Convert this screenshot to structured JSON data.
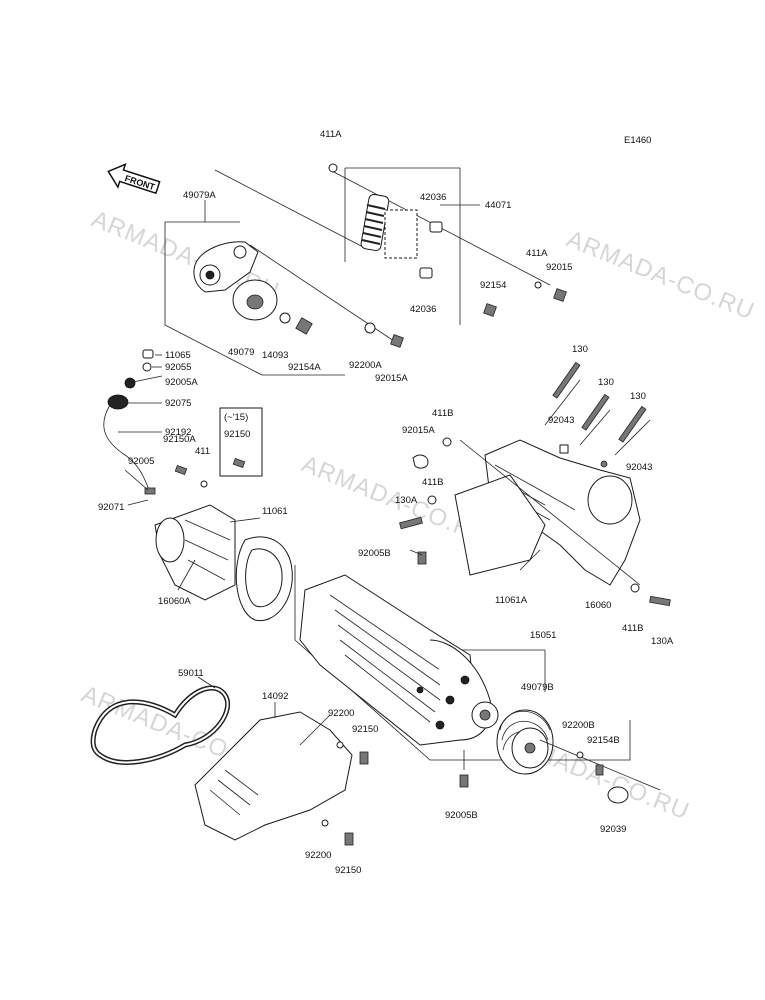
{
  "diagram_code": "E1460",
  "front_label": "FRONT",
  "watermark": "ARMADA-CO.RU",
  "variant_note": "(~'15)",
  "callouts": {
    "c411a_top": "411A",
    "c44071": "44071",
    "c42036_top": "42036",
    "c42036_bot": "42036",
    "c49079a": "49079A",
    "c411a_right": "411A",
    "c92015": "92015",
    "c92154": "92154",
    "c49079": "49079",
    "c14093": "14093",
    "c92154a": "92154A",
    "c92200a": "92200A",
    "c92015a_top": "92015A",
    "c11065": "11065",
    "c92055": "92055",
    "c92005a": "92005A",
    "c92075": "92075",
    "c92192": "92192",
    "c92150a": "92150A",
    "c411": "411",
    "c92150_note": "92150",
    "c92005": "92005",
    "c92071": "92071",
    "c11061": "11061",
    "c16060a": "16060A",
    "c130_1": "130",
    "c130_2": "130",
    "c130_3": "130",
    "c411b_1": "411B",
    "c92015a_mid": "92015A",
    "c92043_1": "92043",
    "c92043_2": "92043",
    "c411b_2": "411B",
    "c130a_1": "130A",
    "c92005b_top": "92005B",
    "c11061a": "11061A",
    "c16060": "16060",
    "c411b_3": "411B",
    "c130a_2": "130A",
    "c15051": "15051",
    "c59011": "59011",
    "c14092": "14092",
    "c92200_1": "92200",
    "c92150_1": "92150",
    "c49079b": "49079B",
    "c92200b": "92200B",
    "c92154b": "92154B",
    "c92005b_bot": "92005B",
    "c92039": "92039",
    "c92200_2": "92200",
    "c92150_2": "92150"
  }
}
